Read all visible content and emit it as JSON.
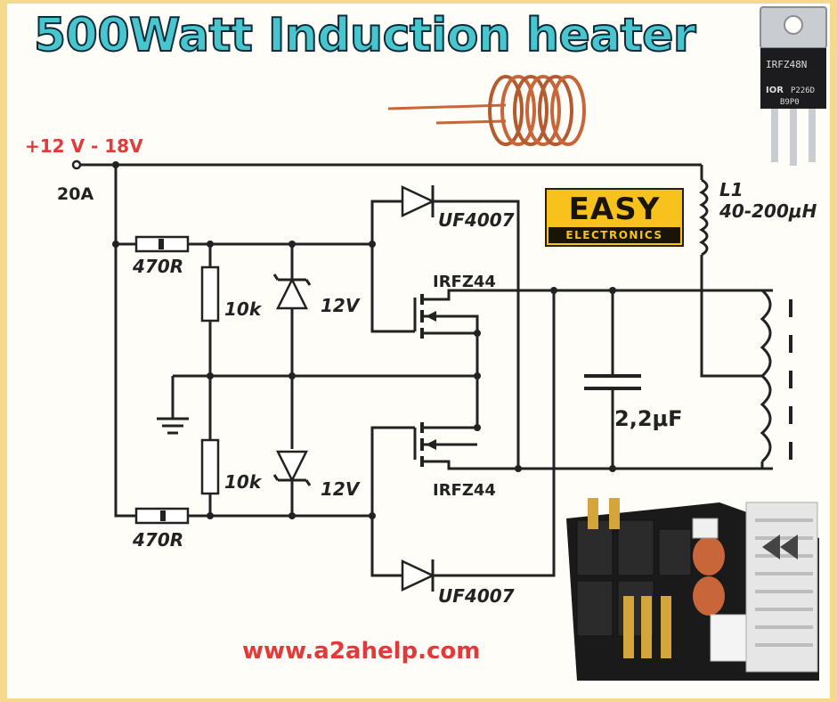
{
  "title": "500Watt Induction heater",
  "supply": {
    "voltage": "+12 V - 18V",
    "current": "20A"
  },
  "components": {
    "r_top": "470R",
    "r_bottom": "470R",
    "r_10k_top": "10k",
    "r_10k_bottom": "10k",
    "zener_top": "12V",
    "zener_bottom": "12V",
    "diode_top": "UF4007",
    "diode_bottom": "UF4007",
    "mosfet_top": "IRFZ44",
    "mosfet_bottom": "IRFZ44",
    "capacitor": "2,2μF",
    "inductor_name": "L1",
    "inductor_value": "40-200μH"
  },
  "logo": {
    "line1": "EASY",
    "line2": "ELECTRONICS"
  },
  "mosfet_photo": {
    "part": "IRFZ48N",
    "maker": "IOR",
    "code": "P226D",
    "lot": "B9P0"
  },
  "website": "www.a2ahelp.com",
  "colors": {
    "title_fill": "#47c6ce",
    "title_outline": "#0b2a3a",
    "accent_red": "#e23a3a",
    "logo_bg": "#f7c21b",
    "copper": "#c8663a",
    "frame": "#f6d98c"
  }
}
